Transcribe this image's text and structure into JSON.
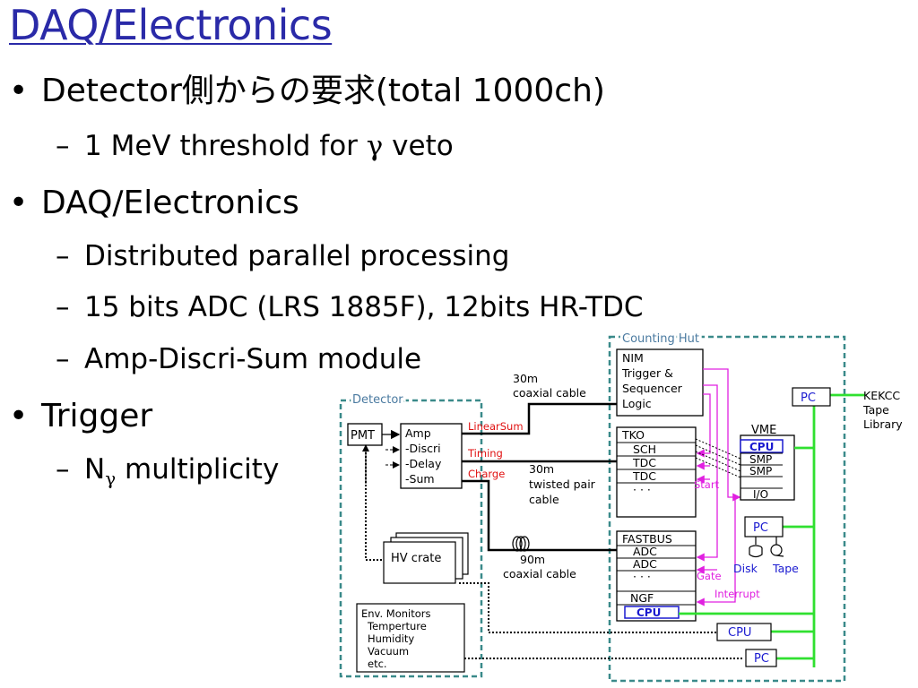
{
  "slide": {
    "title": "DAQ/Electronics",
    "bullets": [
      {
        "text": "Detector側からの要求(total 1000ch)",
        "subs": [
          {
            "pre": "1 MeV threshold for ",
            "sym": "γ",
            "post": " veto"
          }
        ]
      },
      {
        "text": "DAQ/Electronics",
        "subs": [
          {
            "text": "Distributed parallel processing"
          },
          {
            "text": "15 bits ADC (LRS 1885F), 12bits HR-TDC"
          },
          {
            "text": "Amp-Discri-Sum module"
          }
        ]
      },
      {
        "text": "Trigger",
        "subs": [
          {
            "pre": "N",
            "sub": "γ",
            "post": " multiplicity"
          }
        ]
      }
    ]
  },
  "diagram": {
    "counting_hut": "Counting Hut",
    "detector": "Detector",
    "pmt": "PMT",
    "amp_lines": [
      "Amp",
      "-Discri",
      "-Delay",
      "-Sum"
    ],
    "signals": {
      "linearsum": "LinearSum",
      "timing": "Timing",
      "charge": "Charge"
    },
    "nim_lines": [
      "NIM",
      "Trigger &",
      "Sequencer",
      "Logic"
    ],
    "cable_30m_coax": [
      "30m",
      "coaxial cable"
    ],
    "cable_30m_tp": [
      "30m",
      "twisted pair",
      "cable"
    ],
    "cable_90m_coax": [
      "90m",
      "coaxial cable"
    ],
    "tko": {
      "title": "TKO",
      "rows": [
        "SCH",
        "TDC",
        "TDC",
        "· · ·"
      ]
    },
    "fastbus": {
      "title": "FASTBUS",
      "rows": [
        "ADC",
        "ADC",
        "· · ·",
        "",
        "NGF",
        "CPU"
      ]
    },
    "vme": {
      "title": "VME",
      "rows": [
        "CPU",
        "SMP",
        "SMP",
        "",
        "I/O"
      ]
    },
    "control": {
      "start": "Start",
      "gate": "Gate",
      "interrupt": "Interrupt"
    },
    "pc": "PC",
    "cpu": "CPU",
    "disk": "Disk",
    "tape": "Tape",
    "kekcc": [
      "KEKCC",
      "Tape",
      "Library"
    ],
    "hv_crate": "HV crate",
    "env_monitors": [
      "Env. Monitors",
      "Temperture",
      "Humidity",
      "Vacuum",
      "etc."
    ],
    "colors": {
      "title": "#2a2aa8",
      "signal_red": "#e01010",
      "control_magenta": "#e020e0",
      "network_green": "#30e030",
      "frame_teal": "#3a8a8a",
      "cpu_blue": "#1a1ad0"
    }
  }
}
